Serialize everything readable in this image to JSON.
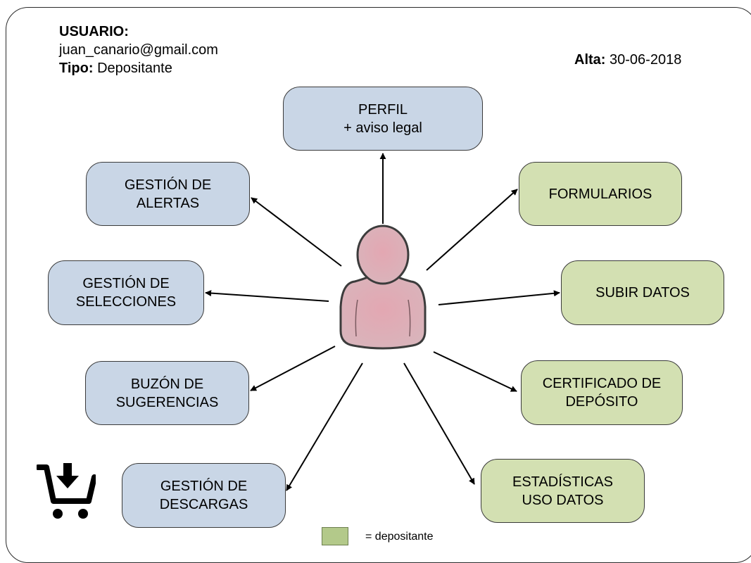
{
  "user": {
    "heading": "USUARIO:",
    "email": "juan_canario@gmail.com",
    "type_label": "Tipo:",
    "type_value": "Depositante"
  },
  "alta": {
    "label": "Alta:",
    "value": "30-06-2018"
  },
  "nodes": {
    "perfil": [
      "PERFIL",
      "+ aviso legal"
    ],
    "alertas": [
      "GESTIÓN DE",
      "ALERTAS"
    ],
    "selecciones": [
      "GESTIÓN DE",
      "SELECCIONES"
    ],
    "buzon": [
      "BUZÓN DE",
      "SUGERENCIAS"
    ],
    "descargas": [
      "GESTIÓN DE",
      "DESCARGAS"
    ],
    "formularios": [
      "FORMULARIOS"
    ],
    "subir": [
      "SUBIR DATOS"
    ],
    "certificado": [
      "CERTIFICADO DE",
      "DEPÓSITO"
    ],
    "estadisticas": [
      "ESTADÍSTICAS",
      "USO DATOS"
    ]
  },
  "legend": {
    "text": "= depositante",
    "color": "#b3c98a"
  },
  "colors": {
    "blue_node": "#c9d6e6",
    "green_node": "#d3e0b2",
    "person": "#d8a9b2"
  },
  "icons": {
    "cart": "cart-download-icon",
    "person": "user-icon"
  }
}
